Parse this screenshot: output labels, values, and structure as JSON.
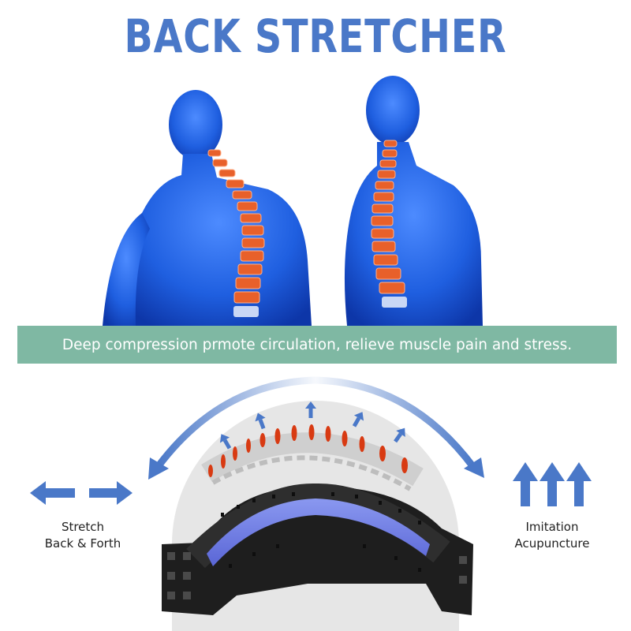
{
  "header": {
    "title": "BACK STRETCHER",
    "title_color": "#4a78c8"
  },
  "illustration": {
    "figures": [
      "human-back-spine-left",
      "human-back-spine-right"
    ],
    "body_color": "#1f5fe0",
    "spine_color": "#e8602a"
  },
  "banner": {
    "text": "Deep compression prmote circulation, relieve muscle pain and stress.",
    "background": "#7fb8a3"
  },
  "features": {
    "left": {
      "icon": "left-right-arrows-icon",
      "line1": "Stretch",
      "line2": "Back & Forth"
    },
    "right": {
      "icon": "three-up-arrows-icon",
      "line1": "Imitation",
      "line2": "Acupuncture"
    }
  },
  "product": {
    "name": "arched back stretcher",
    "frame_color": "#1e1e1e",
    "pad_color": "#6f7fe6",
    "accent_arrow_color": "#4a78c8"
  }
}
